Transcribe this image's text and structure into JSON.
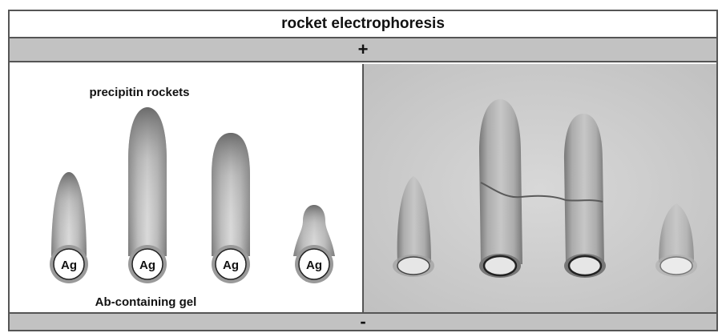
{
  "title": "rocket electrophoresis",
  "pole_top": "+",
  "pole_bottom": "-",
  "left_panel": {
    "top_label": "precipitin rockets",
    "bottom_label": "Ab-containing gel",
    "well_label": "Ag",
    "rocket_count": 4
  },
  "colors": {
    "border": "#555555",
    "pole_band": "#c2c2c2",
    "photo_background": "#cfcfcf",
    "rocket_fill": "#9a9a9a"
  }
}
